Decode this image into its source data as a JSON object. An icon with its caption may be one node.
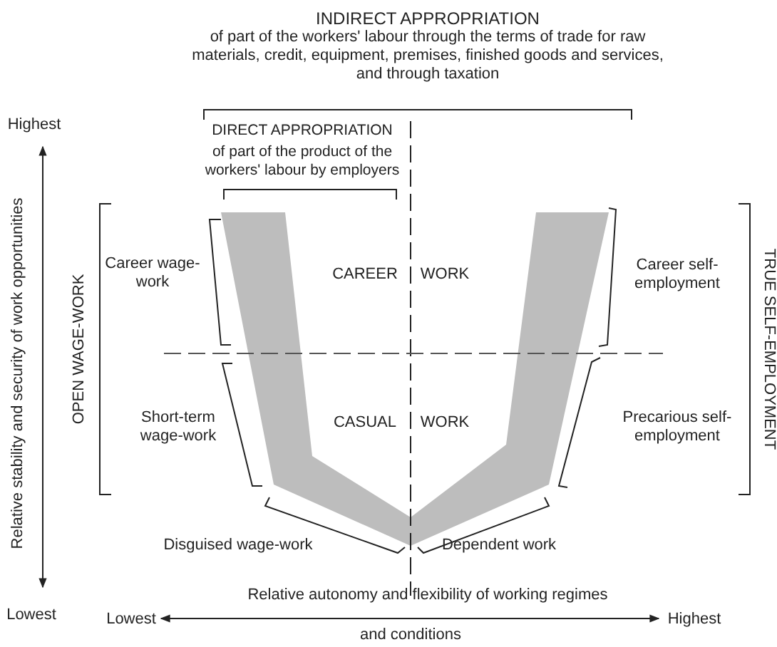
{
  "diagram": {
    "labels": [
      "INDIRECT APPROPRIATION",
      "of part of the workers' labour through the terms of trade for raw materials, credit, equipment, premises, finished goods and services, and through taxation",
      "DIRECT APPROPRIATION",
      "of part of the product of the workers' labour by employers",
      "Highest",
      "CAREER",
      "WORK",
      "Career wage-work",
      "Career self-employment",
      "OPEN WAGE-WORK",
      "TRUE SELF-EMPLOYMENT",
      "Relative stability and security of work opportunities",
      "Short-term wage-work",
      "CASUAL",
      "WORK",
      "Precarious self-employment",
      "Disguised wage-work",
      "Dependent work",
      "Lowest",
      "Relative autonomy and flexibility of working regimes",
      "and conditions",
      "Lowest",
      "Highest"
    ]
  }
}
